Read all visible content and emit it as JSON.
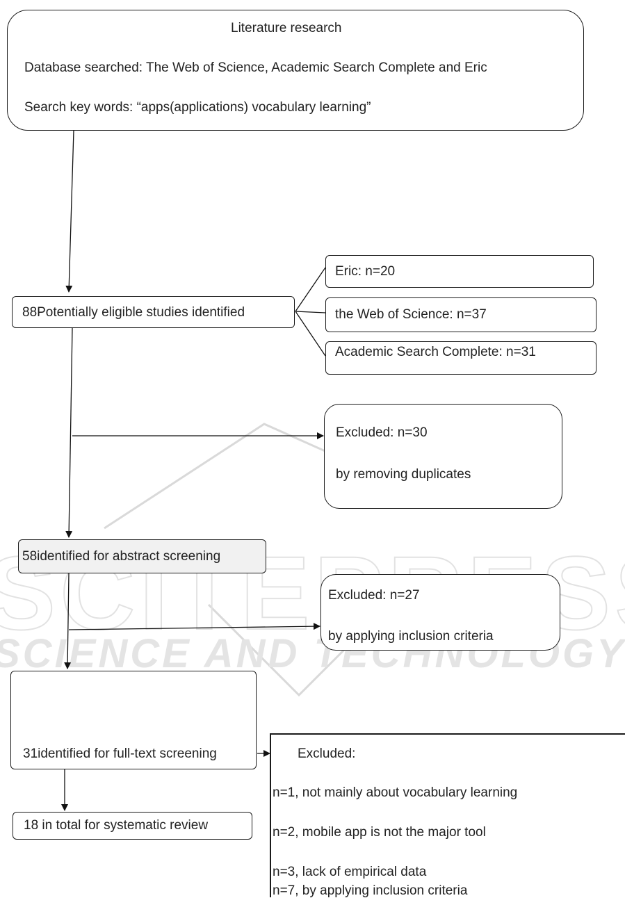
{
  "search_box": {
    "title": "Literature research",
    "databases": "Database searched: The Web of Science, Academic Search Complete and Eric",
    "keywords": "Search key words: “apps(applications) vocabulary learning”"
  },
  "identified": {
    "label": "88Potentially eligible studies identified"
  },
  "sources": [
    {
      "label": "Eric: n=20"
    },
    {
      "label": "the Web of Science: n=37"
    },
    {
      "label": "Academic Search Complete: n=31"
    }
  ],
  "excluded_duplicates": {
    "count": "Excluded: n=30",
    "reason": "by removing duplicates"
  },
  "abstract_screening": {
    "label": "58identified for abstract screening"
  },
  "excluded_criteria": {
    "count": "Excluded: n=27",
    "reason": "by applying inclusion criteria"
  },
  "fulltext_screening": {
    "label": "31identified for full-text screening"
  },
  "final": {
    "label": "18 in total for systematic review"
  },
  "excluded_fulltext": {
    "heading": "Excluded:",
    "reasons": [
      "n=1, not mainly about vocabulary learning",
      "n=2, mobile app is not the major tool",
      "n=3, lack of empirical data",
      "n=7, by applying inclusion criteria"
    ]
  },
  "watermark": {
    "line1": "SCITEPRESS",
    "line2": "SCIENCE AND TECHNOLOGY PUBLICATIONS"
  }
}
